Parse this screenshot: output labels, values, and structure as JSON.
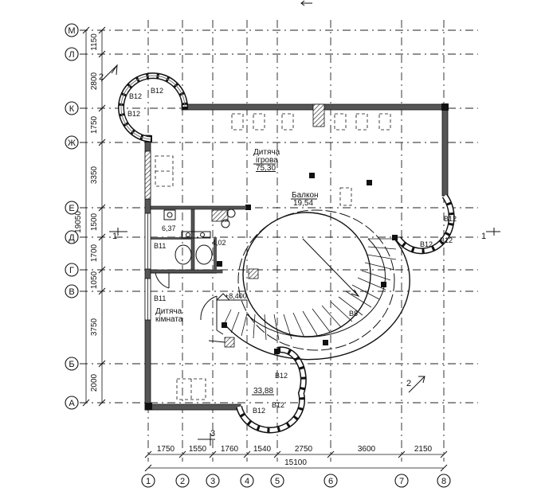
{
  "axes_letters": [
    "М",
    "Л",
    "К",
    "Ж",
    "Е",
    "Д",
    "Г",
    "В",
    "Б",
    "А"
  ],
  "axes_numbers": [
    "1",
    "2",
    "3",
    "4",
    "5",
    "6",
    "7",
    "8"
  ],
  "dims_vertical": [
    "1150",
    "2800",
    "1750",
    "3350",
    "1500",
    "1700",
    "1050",
    "3750",
    "2000"
  ],
  "dim_total_vertical": "19050",
  "dims_horizontal": [
    "1750",
    "1550",
    "1760",
    "1540",
    "2750",
    "3600",
    "2150"
  ],
  "dim_total_horizontal": "15100",
  "rooms": {
    "play_room_name_1": "Дитяча",
    "play_room_name_2": "ігрова",
    "play_room_area": "75,30",
    "balcony_name": "Балкон",
    "balcony_area": "19,54",
    "bath_area": "6,37",
    "wc_area": "4,02",
    "child_room_name_1": "Дитяча",
    "child_room_name_2": "кімната",
    "child_room_area": "33,88"
  },
  "level_mark": "+8,400",
  "window_marks": {
    "b12": "В12",
    "b11": "В11",
    "b8": "В8"
  },
  "section_marks": {
    "s1": "1",
    "s2": "2",
    "s3": "3"
  }
}
